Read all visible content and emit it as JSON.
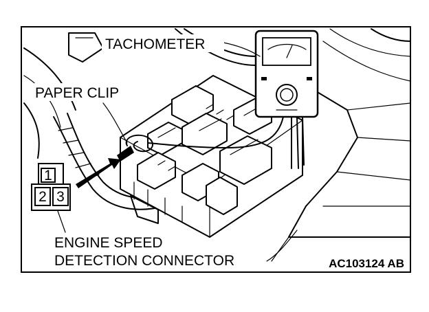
{
  "labels": {
    "tachometer": "TACHOMETER",
    "paper_clip": "PAPER CLIP",
    "connector_line1": "ENGINE SPEED",
    "connector_line2": "DETECTION CONNECTOR",
    "figure_id": "AC103124 AB"
  },
  "connector_pins": {
    "pin1": "1",
    "pin2": "2",
    "pin3": "3"
  }
}
